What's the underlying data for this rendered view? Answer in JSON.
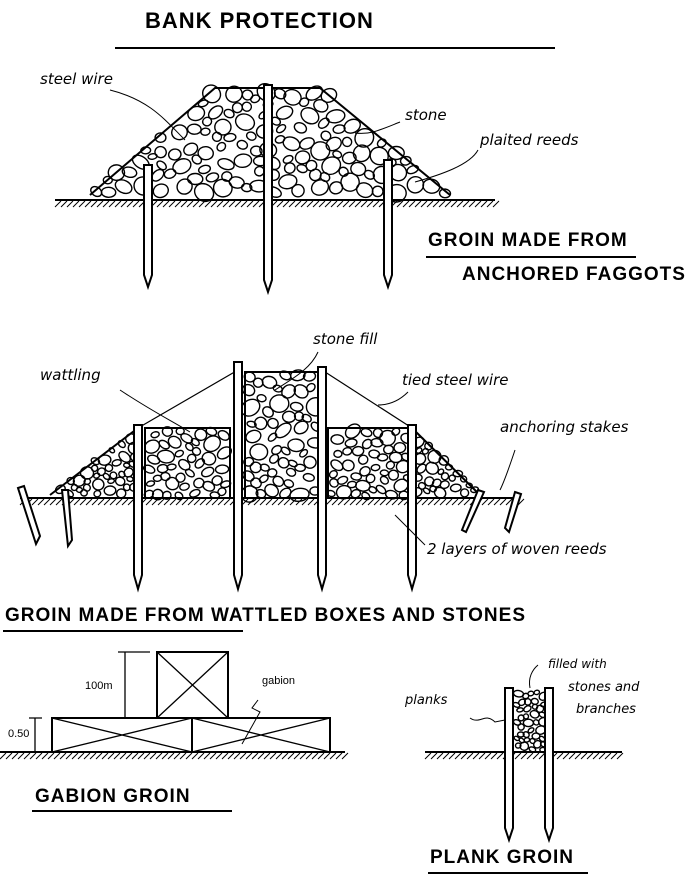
{
  "title": "BANK PROTECTION",
  "faggots": {
    "caption_line1": "GROIN MADE FROM",
    "caption_line2": "ANCHORED FAGGOTS",
    "labels": {
      "steel_wire": "steel wire",
      "stone": "stone",
      "plaited_reeds": "plaited reeds"
    }
  },
  "wattled": {
    "caption": "GROIN MADE FROM WATTLED BOXES AND STONES",
    "labels": {
      "stone_fill": "stone fill",
      "wattling": "wattling",
      "tied_steel_wire": "tied steel wire",
      "anchoring_stakes": "anchoring stakes",
      "woven_reeds": "2 layers of woven reeds"
    }
  },
  "gabion": {
    "caption": "GABION GROIN",
    "labels": {
      "height_top": "100m",
      "height_base": "0.50",
      "gabion": "gabion"
    }
  },
  "plank": {
    "caption": "PLANK GROIN",
    "labels": {
      "planks": "planks",
      "filled_line1": "filled with",
      "filled_line2": "stones and",
      "filled_line3": "branches"
    }
  }
}
